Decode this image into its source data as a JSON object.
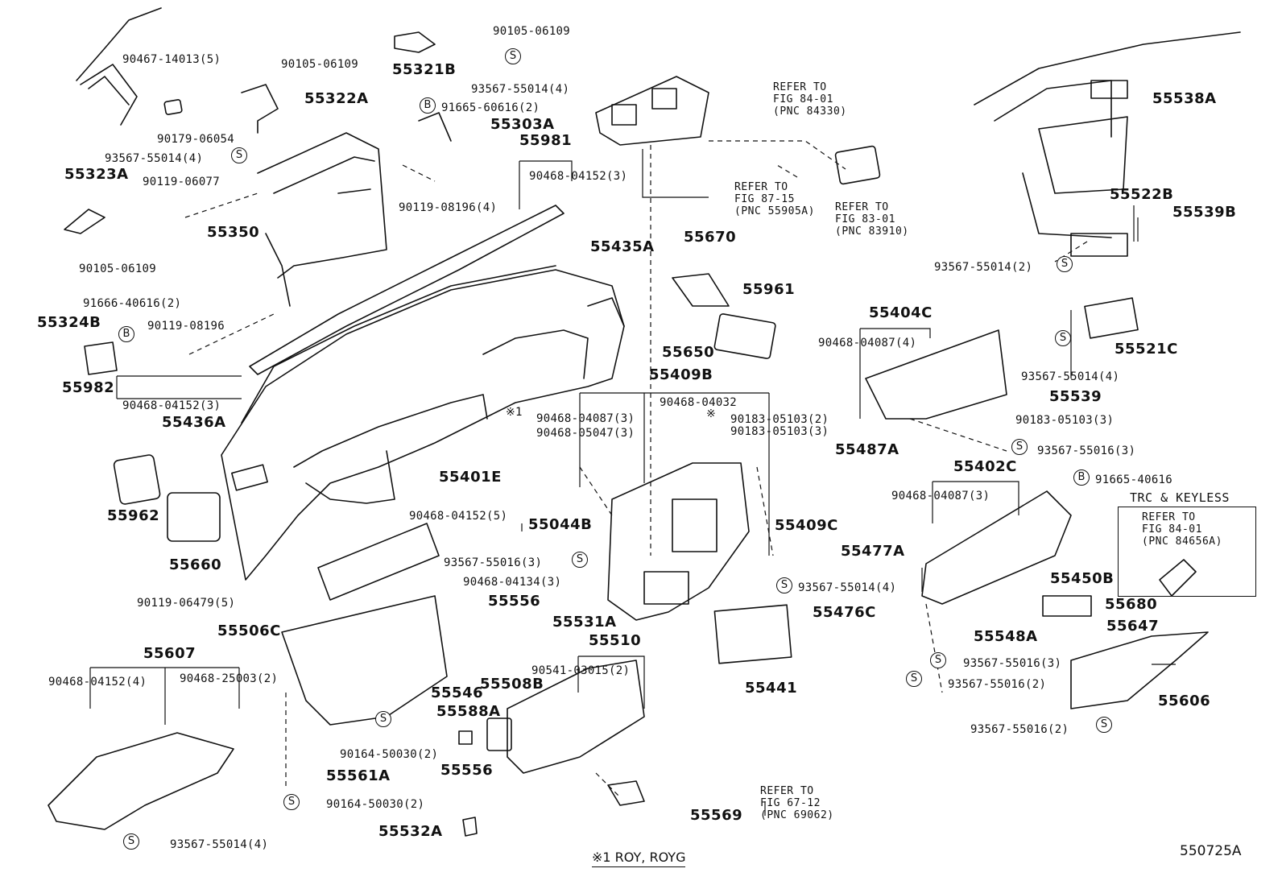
{
  "diagram_id": "550725A",
  "footer_note": "※1 ROY, ROYG",
  "asterisk_mark": "※1",
  "asterisk_small": "※",
  "symbols": {
    "S": "S",
    "B": "B"
  },
  "trc_title": "TRC & KEYLESS",
  "labels": {
    "p90467_14013": "90467-14013(5)",
    "p90105_06109_a": "90105-06109",
    "p90105_06109_b": "90105-06109",
    "p90105_06109_c": "90105-06109",
    "p55322A": "55322A",
    "p55321B": "55321B",
    "p93567_55014_a": "93567-55014(4)",
    "p93567_55014_b": "93567-55014(4)",
    "p91665_60616": "91665-60616(2)",
    "p55303A": "55303A",
    "p55981": "55981",
    "p90468_04152_a": "90468-04152(3)",
    "p90119_08196_4": "90119-08196(4)",
    "p90179_06054": "90179-06054",
    "p55323A": "55323A",
    "p90119_06077": "90119-06077",
    "p55350": "55350",
    "p55435A": "55435A",
    "p91666_40616": "91666-40616(2)",
    "p55324B": "55324B",
    "p90119_08196": "90119-08196",
    "p55982": "55982",
    "p90468_04152_b": "90468-04152(3)",
    "p55436A": "55436A",
    "p55670": "55670",
    "p55961": "55961",
    "p55650": "55650",
    "p55409B": "55409B",
    "p90468_04032": "90468-04032",
    "p90183_05103_a": "90183-05103(2)",
    "p90183_05103_b": "90183-05103(3)",
    "p90468_04087_a": "90468-04087(3)",
    "p90468_05047": "90468-05047(3)",
    "p55401E": "55401E",
    "p55962": "55962",
    "p55660": "55660",
    "p90468_04152_c": "90468-04152(5)",
    "p55044B": "55044B",
    "p93567_55016_a": "93567-55016(3)",
    "p90468_04134": "90468-04134(3)",
    "p90119_06479": "90119-06479(5)",
    "p55506C": "55506C",
    "p55556_a": "55556",
    "p55531A": "55531A",
    "p55510": "55510",
    "p55607": "55607",
    "p90468_04152_d": "90468-04152(4)",
    "p90468_25003": "90468-25003(2)",
    "p90541_03015": "90541-03015(2)",
    "p55546": "55546",
    "p55508B": "55508B",
    "p55588A": "55588A",
    "p90164_50030_a": "90164-50030(2)",
    "p55561A": "55561A",
    "p55556_b": "55556",
    "p90164_50030_b": "90164-50030(2)",
    "p55569": "55569",
    "p55532A": "55532A",
    "p93567_55014_c": "93567-55014(4)",
    "p55409C": "55409C",
    "p55477A": "55477A",
    "p93567_55014_d": "93567-55014(4)",
    "p55476C": "55476C",
    "p55441": "55441",
    "p55538A": "55538A",
    "p55522B": "55522B",
    "p55539B": "55539B",
    "p93567_55014_e": "93567-55014(2)",
    "p55404C": "55404C",
    "p90468_04087_b": "90468-04087(4)",
    "p55521C": "55521C",
    "p93567_55014_f": "93567-55014(4)",
    "p55539": "55539",
    "p90183_05103_c": "90183-05103(3)",
    "p55487A": "55487A",
    "p93567_55016_b": "93567-55016(3)",
    "p55402C": "55402C",
    "p91665_40616": "91665-40616",
    "p90468_04087_c": "90468-04087(3)",
    "p55450B": "55450B",
    "p55680": "55680",
    "p55548A": "55548A",
    "p55647": "55647",
    "p93567_55016_c": "93567-55016(3)",
    "p93567_55016_d": "93567-55016(2)",
    "p55606": "55606",
    "p93567_55016_e": "93567-55016(2)"
  },
  "refs": {
    "r84_01_a": [
      "REFER TO",
      "FIG 84-01",
      "(PNC 84330)"
    ],
    "r87_15": [
      "REFER TO",
      "FIG 87-15",
      "(PNC 55905A)"
    ],
    "r83_01": [
      "REFER TO",
      "FIG 83-01",
      "(PNC 83910)"
    ],
    "r84_01_b": [
      "REFER TO",
      "FIG 84-01",
      "(PNC 84656A)"
    ],
    "r67_12": [
      "REFER TO",
      "FIG 67-12",
      "(PNC 69062)"
    ]
  }
}
